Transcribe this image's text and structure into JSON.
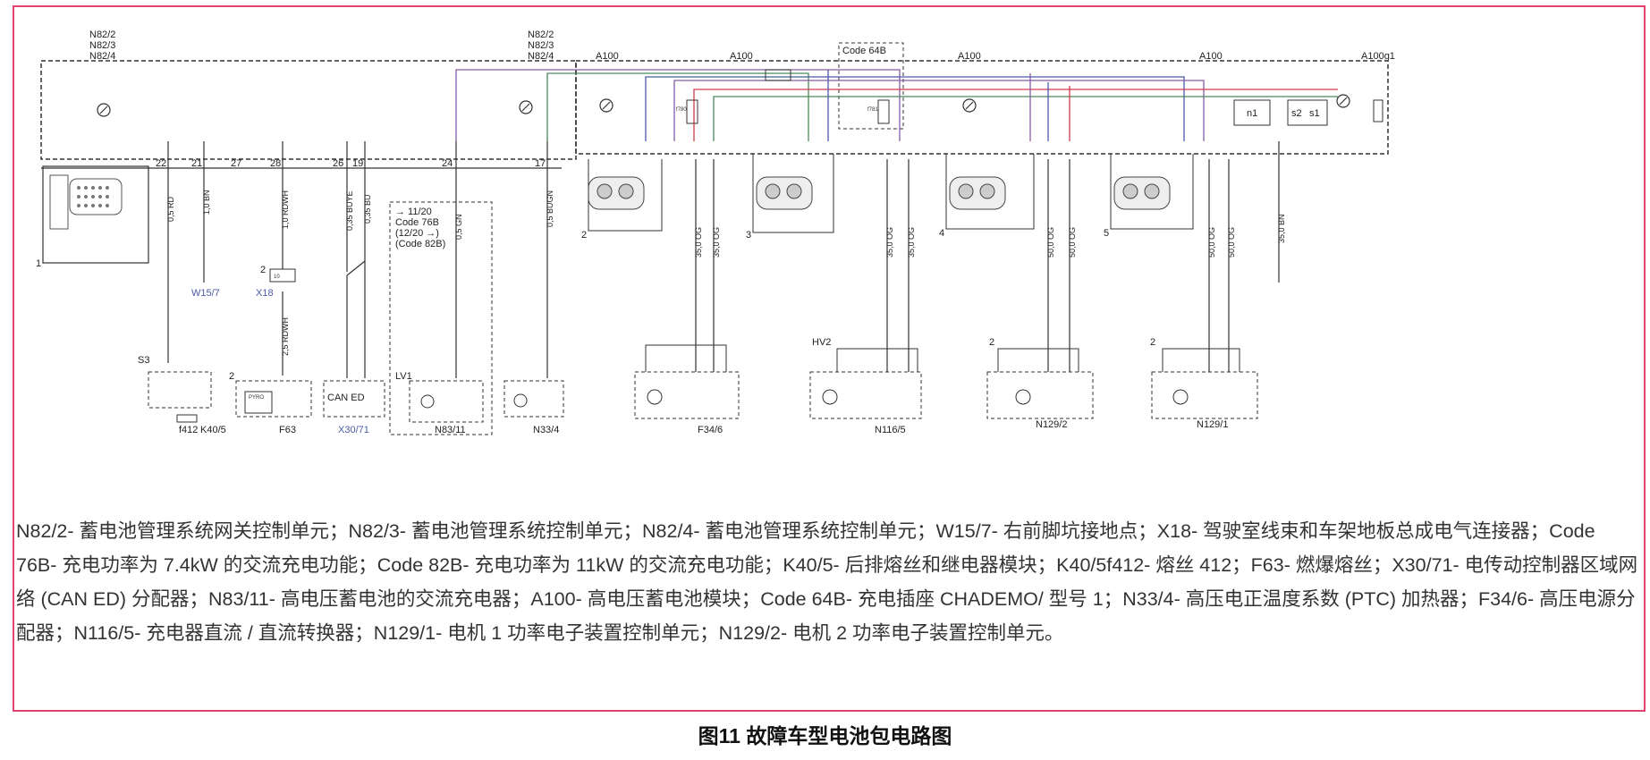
{
  "diagram": {
    "stack_left": [
      "N82/2",
      "N82/3",
      "N82/4"
    ],
    "stack_mid": [
      "N82/2",
      "N82/3",
      "N82/4"
    ],
    "a100_labels": [
      "A100",
      "A100",
      "A100",
      "A100"
    ],
    "a100g1": "A100g1",
    "code64b": "Code 64B",
    "code76b": [
      "→ 11/20",
      "Code 76B",
      "(12/20 →)",
      "(Code 82B)"
    ],
    "ground_labels": [
      "W15/7",
      "X18"
    ],
    "bottom_components": [
      "K40/5",
      "F63",
      "X30/71",
      "N83/11",
      "N33/4",
      "F34/6",
      "N116/5",
      "N129/2",
      "N129/1"
    ],
    "misc_labels": {
      "s3": "S3",
      "f412": "f412",
      "pyro": "PYRO",
      "can_ed": "CAN ED",
      "lv1": "LV1",
      "hv2": "HV2",
      "n1": "n1",
      "s2": "s2",
      "s1": "s1",
      "f780": "f780",
      "f781": "f781"
    },
    "pin_numbers_top": [
      "22",
      "21",
      "27",
      "28",
      "26",
      "19",
      "24",
      "17"
    ],
    "wire_labels": [
      "0,5 RD",
      "1,0 BN",
      "1,0 RDWH",
      "0,35 BUYE",
      "0,35 BU",
      "0,5 GN",
      "0,5 BUGN",
      "35,0 OG",
      "35,0 OG",
      "35,0 OG",
      "35,0 OG",
      "50,0 OG",
      "50,0 OG",
      "50,0 OG",
      "50,0 OG",
      "35,0 BN",
      "2,5 RDWH"
    ],
    "colors": {
      "frame": "#e0436f",
      "wire_purple": "#8a5aa8",
      "wire_blue": "#4a5ba8",
      "wire_red": "#d23a4a",
      "wire_green": "#4a8a5a"
    }
  },
  "legend": "N82/2- 蓄电池管理系统网关控制单元；N82/3- 蓄电池管理系统控制单元；N82/4- 蓄电池管理系统控制单元；W15/7- 右前脚坑接地点；X18- 驾驶室线束和车架地板总成电气连接器；Code 76B- 充电功率为 7.4kW 的交流充电功能；Code 82B- 充电功率为 11kW 的交流充电功能；K40/5- 后排熔丝和继电器模块；K40/5f412- 熔丝 412；F63- 燃爆熔丝；X30/71- 电传动控制器区域网络 (CAN ED) 分配器；N83/11- 高电压蓄电池的交流充电器；A100- 高电压蓄电池模块；Code 64B- 充电插座 CHADEMO/ 型号 1；N33/4- 高压电正温度系数 (PTC) 加热器；F34/6- 高压电源分配器；N116/5- 充电器直流 / 直流转换器；N129/1- 电机 1 功率电子装置控制单元；N129/2- 电机 2 功率电子装置控制单元。",
  "caption": "图11 故障车型电池包电路图"
}
